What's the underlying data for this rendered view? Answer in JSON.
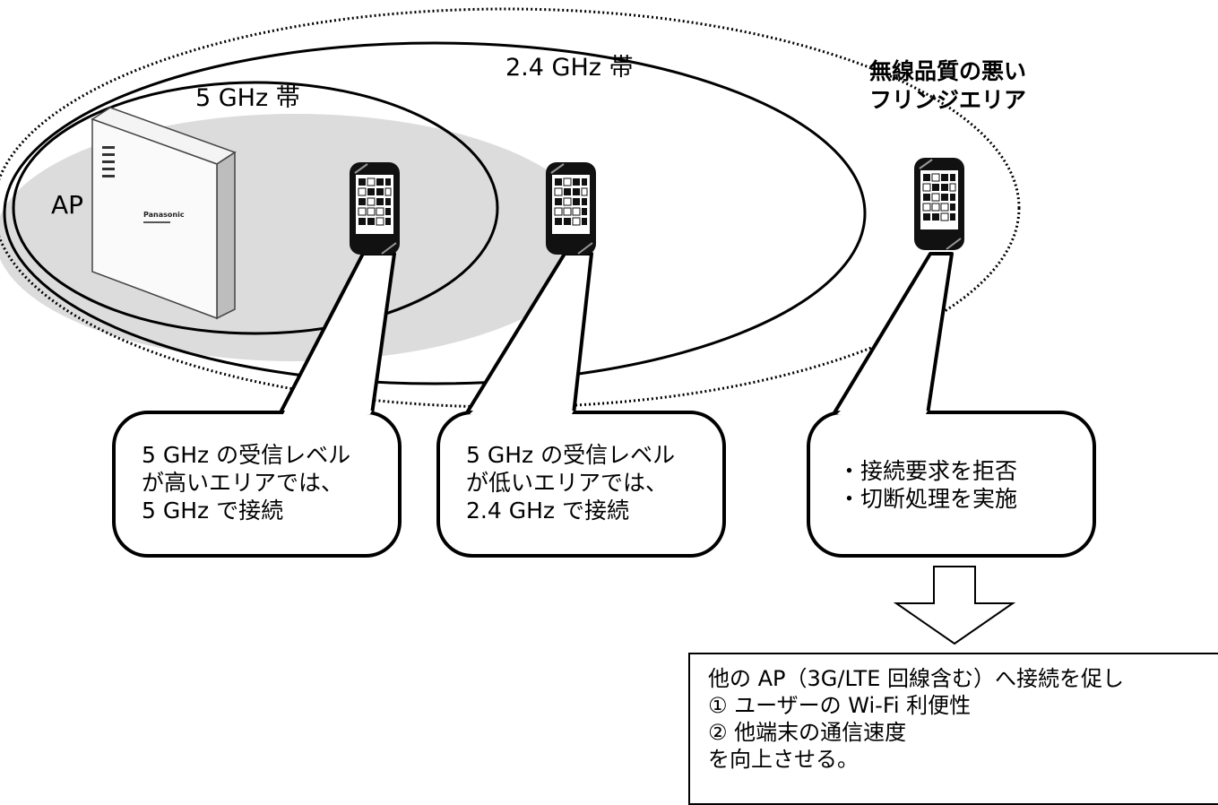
{
  "labels": {
    "band_24": "2.4 GHz 帯",
    "band_5": "5 GHz 帯",
    "fringe_line1": "無線品質の悪い",
    "fringe_line2": "フリンジエリア",
    "ap": "AP",
    "ap_brand": "Panasonic"
  },
  "bubbles": [
    {
      "lines": [
        "5 GHz の受信レベル",
        "が高いエリアでは、",
        "5 GHz で接続"
      ]
    },
    {
      "lines": [
        "5 GHz の受信レベル",
        "が低いエリアでは、",
        "2.4 GHz で接続"
      ]
    },
    {
      "lines": [
        "・接続要求を拒否",
        "・切断処理を実施"
      ]
    }
  ],
  "result": {
    "lines": [
      "他の AP（3G/LTE 回線含む）へ接続を促し",
      "①  ユーザーの Wi-Fi 利便性",
      "②  他端末の通信速度",
      "を向上させる。"
    ]
  },
  "colors": {
    "shade": "#dcdcdc",
    "stroke": "#000000",
    "background": "#ffffff"
  }
}
